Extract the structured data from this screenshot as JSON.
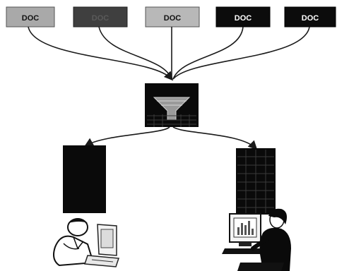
{
  "docs": [
    {
      "label": "DOC",
      "fill": "#a9a9a9",
      "text_color": "#111111"
    },
    {
      "label": "DOC",
      "fill": "#3f3f3f",
      "text_color": "#5a5a5a"
    },
    {
      "label": "DOC",
      "fill": "#b8b8b8",
      "text_color": "#111111"
    },
    {
      "label": "DOC",
      "fill": "#0c0c0c",
      "text_color": "#ffffff"
    },
    {
      "label": "DOC",
      "fill": "#0c0c0c",
      "text_color": "#ffffff"
    }
  ],
  "icons": {
    "filter": "funnel-filter-icon",
    "left_server": "server-tower-icon",
    "right_server": "server-tower-icon",
    "left_user": "person-at-computer-icon",
    "right_user": "person-at-computer-icon"
  },
  "colors": {
    "connector": "#1a1a1a",
    "device_dark": "#0a0a0a",
    "device_grid": "#3a3a3a"
  }
}
